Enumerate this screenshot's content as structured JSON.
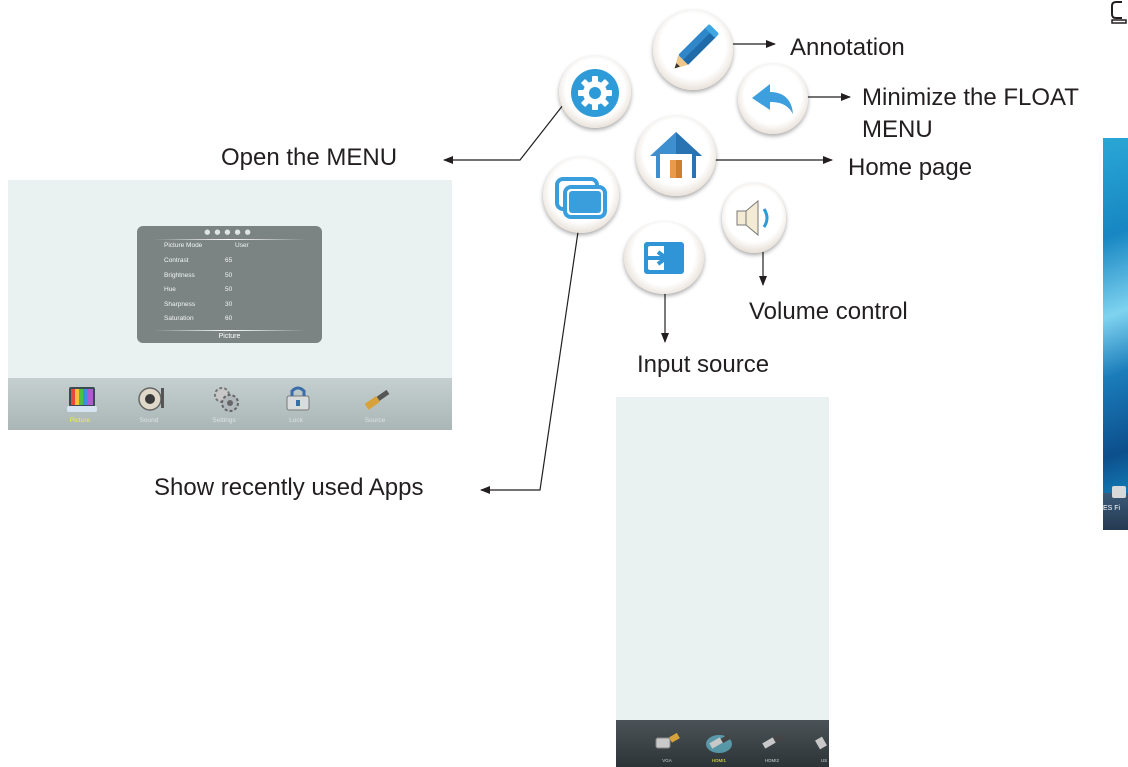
{
  "callouts": {
    "annotation": "Annotation",
    "minimize_line1": "Minimize the FLOAT",
    "minimize_line2": "MENU",
    "open_menu": "Open the MENU",
    "home_page": "Home page",
    "volume_control": "Volume control",
    "input_source": "Input source",
    "recent_apps": "Show recently used Apps"
  },
  "float_menu_icons": [
    "gear-icon",
    "pencil-icon",
    "back-arrow-icon",
    "home-icon",
    "windows-icon",
    "input-source-icon",
    "speaker-icon"
  ],
  "menu_screen": {
    "panel_title": "Picture",
    "rows": [
      {
        "label": "Picture Mode",
        "value": "User"
      },
      {
        "label": "Contrast",
        "value": "65"
      },
      {
        "label": "Brightness",
        "value": "50"
      },
      {
        "label": "Hue",
        "value": "50"
      },
      {
        "label": "Sharpness",
        "value": "30"
      },
      {
        "label": "Saturation",
        "value": "60"
      }
    ],
    "tabs": [
      {
        "label": "Picture",
        "icon": "picture-icon",
        "active": true
      },
      {
        "label": "Sound",
        "icon": "sound-icon",
        "active": false
      },
      {
        "label": "Settings",
        "icon": "settings-icon",
        "active": false
      },
      {
        "label": "Lock",
        "icon": "lock-icon",
        "active": false
      },
      {
        "label": "Source",
        "icon": "source-icon",
        "active": false
      }
    ]
  },
  "source_screen": {
    "tabs": [
      {
        "label": "VGA",
        "active": false
      },
      {
        "label": "HDMI1",
        "active": true
      },
      {
        "label": "HDMI2",
        "active": false
      },
      {
        "label": "US",
        "active": false
      }
    ]
  },
  "right_screen": {
    "cut_text": "ES Fi"
  },
  "colors": {
    "float_icon_blue": "#3aa0dd",
    "active_tab": "#f2f23a",
    "panel_gray": "#7c8483",
    "screen_bg": "#eaf1f1"
  }
}
